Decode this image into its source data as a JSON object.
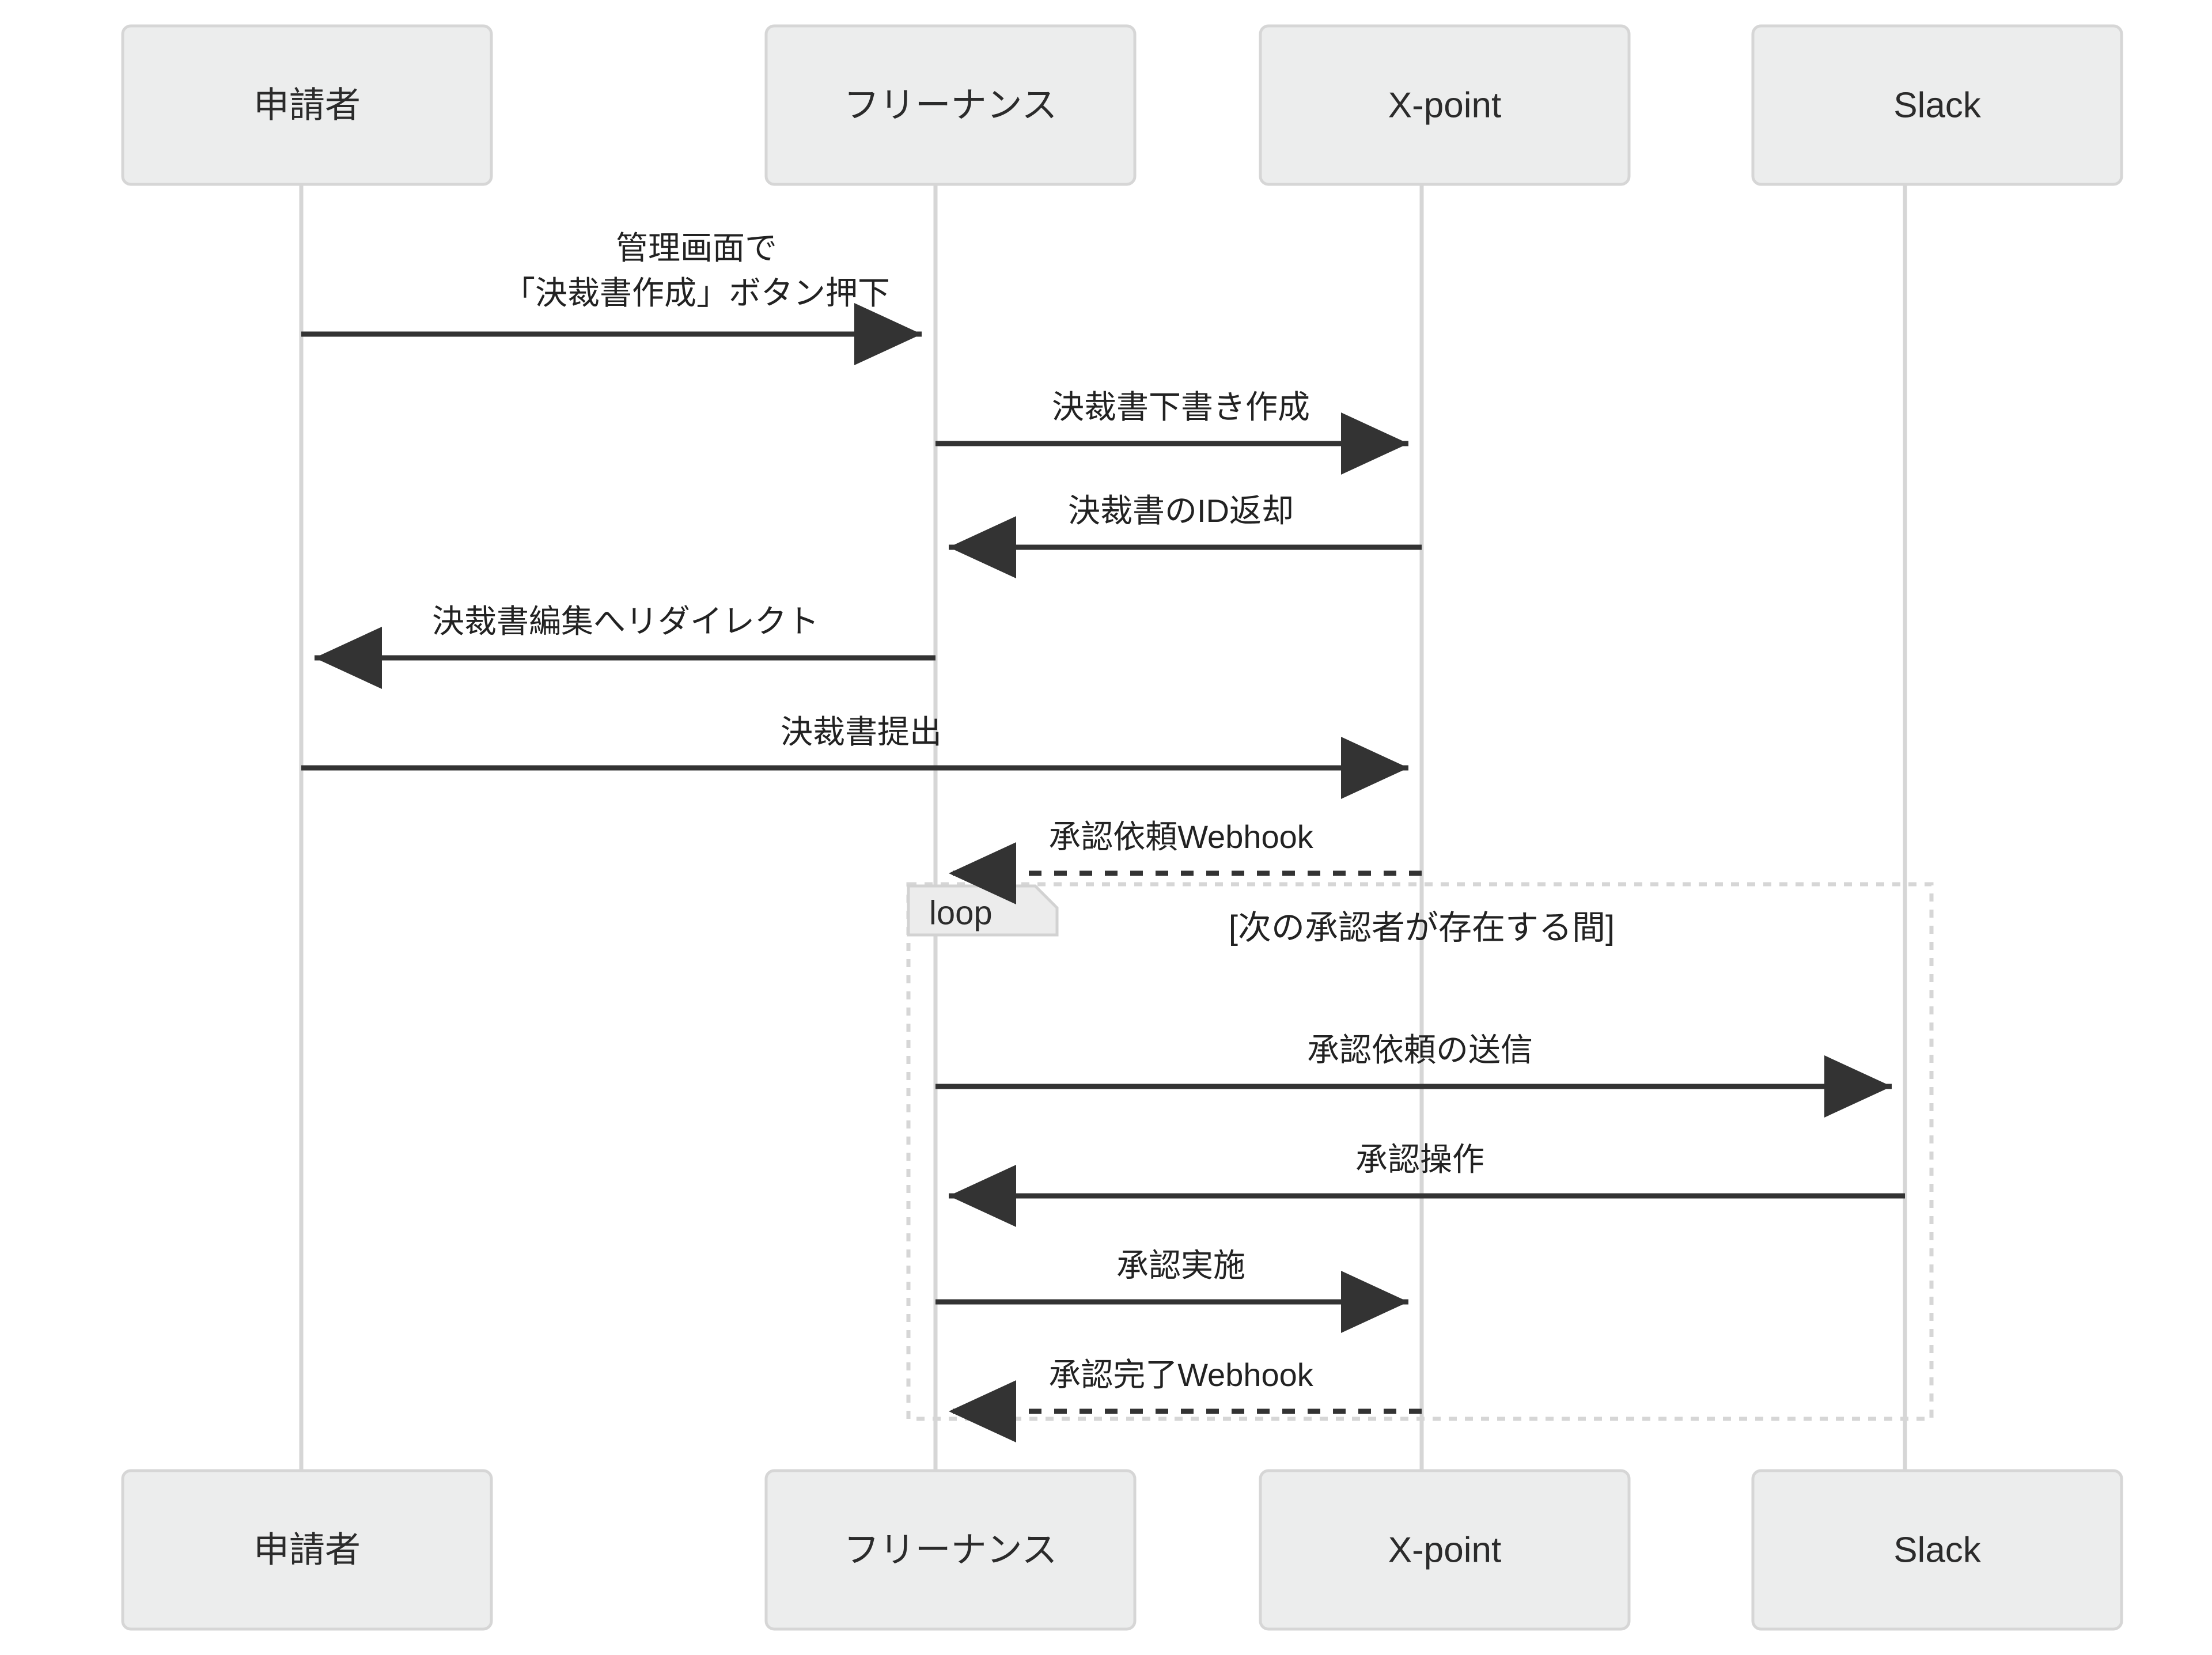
{
  "diagram": {
    "type": "sequence-diagram",
    "background_color": "#ffffff",
    "actor_box_fill": "#eceded",
    "actor_box_border": "#d6d6d6",
    "lifeline_color": "#d6d6d6",
    "message_color": "#333333",
    "participants": [
      {
        "id": "applicant",
        "label": "申請者"
      },
      {
        "id": "freenance",
        "label": "フリーナンス"
      },
      {
        "id": "xpoint",
        "label": "X-point"
      },
      {
        "id": "slack",
        "label": "Slack"
      }
    ],
    "participants_bottom": [
      {
        "id": "applicant",
        "label": "申請者"
      },
      {
        "id": "freenance",
        "label": "フリーナンス"
      },
      {
        "id": "xpoint",
        "label": "X-point"
      },
      {
        "id": "slack",
        "label": "Slack"
      }
    ],
    "messages": [
      {
        "index": 1,
        "from": "applicant",
        "to": "freenance",
        "direction": "right",
        "style": "solid",
        "label_lines": [
          "管理画面で",
          "「決裁書作成」ボタン押下"
        ]
      },
      {
        "index": 2,
        "from": "freenance",
        "to": "xpoint",
        "direction": "right",
        "style": "solid",
        "label_lines": [
          "決裁書下書き作成"
        ]
      },
      {
        "index": 3,
        "from": "xpoint",
        "to": "freenance",
        "direction": "left",
        "style": "solid",
        "label_lines": [
          "決裁書のID返却"
        ]
      },
      {
        "index": 4,
        "from": "freenance",
        "to": "applicant",
        "direction": "left",
        "style": "solid",
        "label_lines": [
          "決裁書編集へリダイレクト"
        ]
      },
      {
        "index": 5,
        "from": "applicant",
        "to": "xpoint",
        "direction": "right",
        "style": "solid",
        "label_lines": [
          "決裁書提出"
        ]
      },
      {
        "index": 6,
        "from": "xpoint",
        "to": "freenance",
        "direction": "left",
        "style": "dashed",
        "label_lines": [
          "承認依頼Webhook"
        ]
      },
      {
        "index": 7,
        "from": "freenance",
        "to": "slack",
        "direction": "right",
        "style": "solid",
        "label_lines": [
          "承認依頼の送信"
        ],
        "inside_fragment": "loop"
      },
      {
        "index": 8,
        "from": "slack",
        "to": "freenance",
        "direction": "left",
        "style": "solid",
        "label_lines": [
          "承認操作"
        ],
        "inside_fragment": "loop"
      },
      {
        "index": 9,
        "from": "freenance",
        "to": "xpoint",
        "direction": "right",
        "style": "solid",
        "label_lines": [
          "承認実施"
        ],
        "inside_fragment": "loop"
      },
      {
        "index": 10,
        "from": "xpoint",
        "to": "freenance",
        "direction": "left",
        "style": "dashed",
        "label_lines": [
          "承認完了Webhook"
        ],
        "inside_fragment": "loop"
      }
    ],
    "fragments": [
      {
        "id": "loop",
        "tag": "loop",
        "condition": "[次の承認者が存在する間]"
      }
    ]
  }
}
